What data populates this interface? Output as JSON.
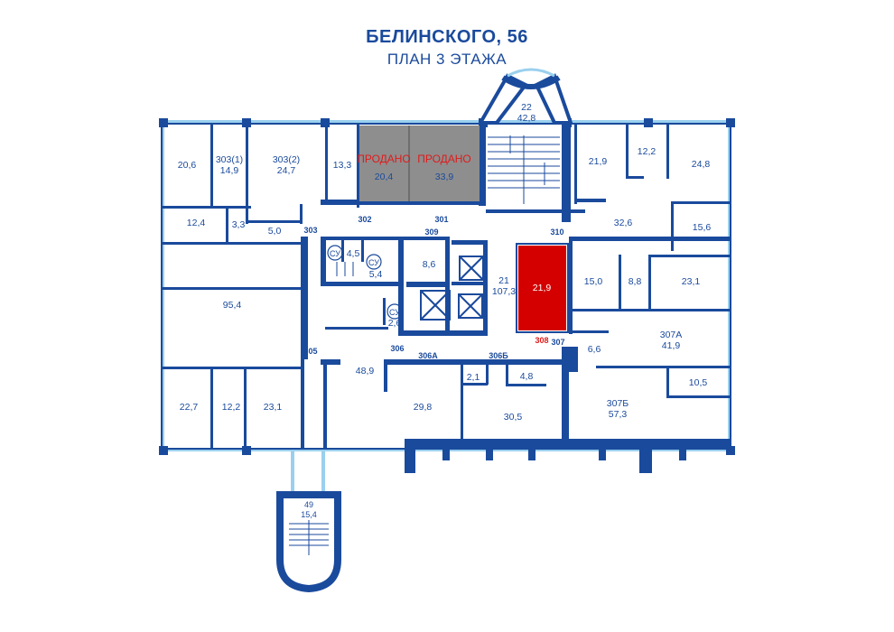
{
  "header": {
    "address": "БЕЛИНСКОГО, 56",
    "plan": "ПЛАН 3 ЭТАЖА"
  },
  "colors": {
    "wall": "#1a4a9c",
    "window": "#9ad0ee",
    "sold": "#8e8e8e",
    "selected": "#d40000",
    "sold_text": "#e01b1b"
  },
  "rooms": {
    "r206": "20,6",
    "r303_1_name": "303(1)",
    "r303_1_area": "14,9",
    "r303_2_name": "303(2)",
    "r303_2_area": "24,7",
    "r133": "13,3",
    "sold1_label": "ПРОДАНО",
    "sold1_area": "20,4",
    "sold2_label": "ПРОДАНО",
    "sold2_area": "33,9",
    "r22_name": "22",
    "r22_area": "42,8",
    "r219a": "21,9",
    "r122": "12,2",
    "r248": "24,8",
    "r326": "32,6",
    "r156": "15,6",
    "r124": "12,4",
    "r33": "3,3",
    "r50": "5,0",
    "su1": "СУ",
    "r45": "4,5",
    "su2": "СУ",
    "r54": "5,4",
    "r86": "8,6",
    "r21_name": "21",
    "r21_area": "107,3",
    "r219_selected": "21,9",
    "r150": "15,0",
    "r88": "8,8",
    "r231a": "23,1",
    "r954": "95,4",
    "su3": "СУ",
    "r26": "2,6",
    "r307a_name": "307А",
    "r307a_area": "41,9",
    "r66": "6,6",
    "r489": "48,9",
    "r21b": "2,1",
    "r48": "4,8",
    "r105": "10,5",
    "r227": "22,7",
    "r122b": "12,2",
    "r231b": "23,1",
    "r298": "29,8",
    "r305": "30,5",
    "r307b_name": "307Б",
    "r307b_area": "57,3",
    "r49_name": "49",
    "r49_area": "15,4"
  },
  "numbers": {
    "n302": "302",
    "n301": "301",
    "n303": "303",
    "n309": "309",
    "n310": "310",
    "n305": "305",
    "n306": "306",
    "n306a": "306А",
    "n306b": "306Б",
    "n308": "308",
    "n307": "307"
  }
}
